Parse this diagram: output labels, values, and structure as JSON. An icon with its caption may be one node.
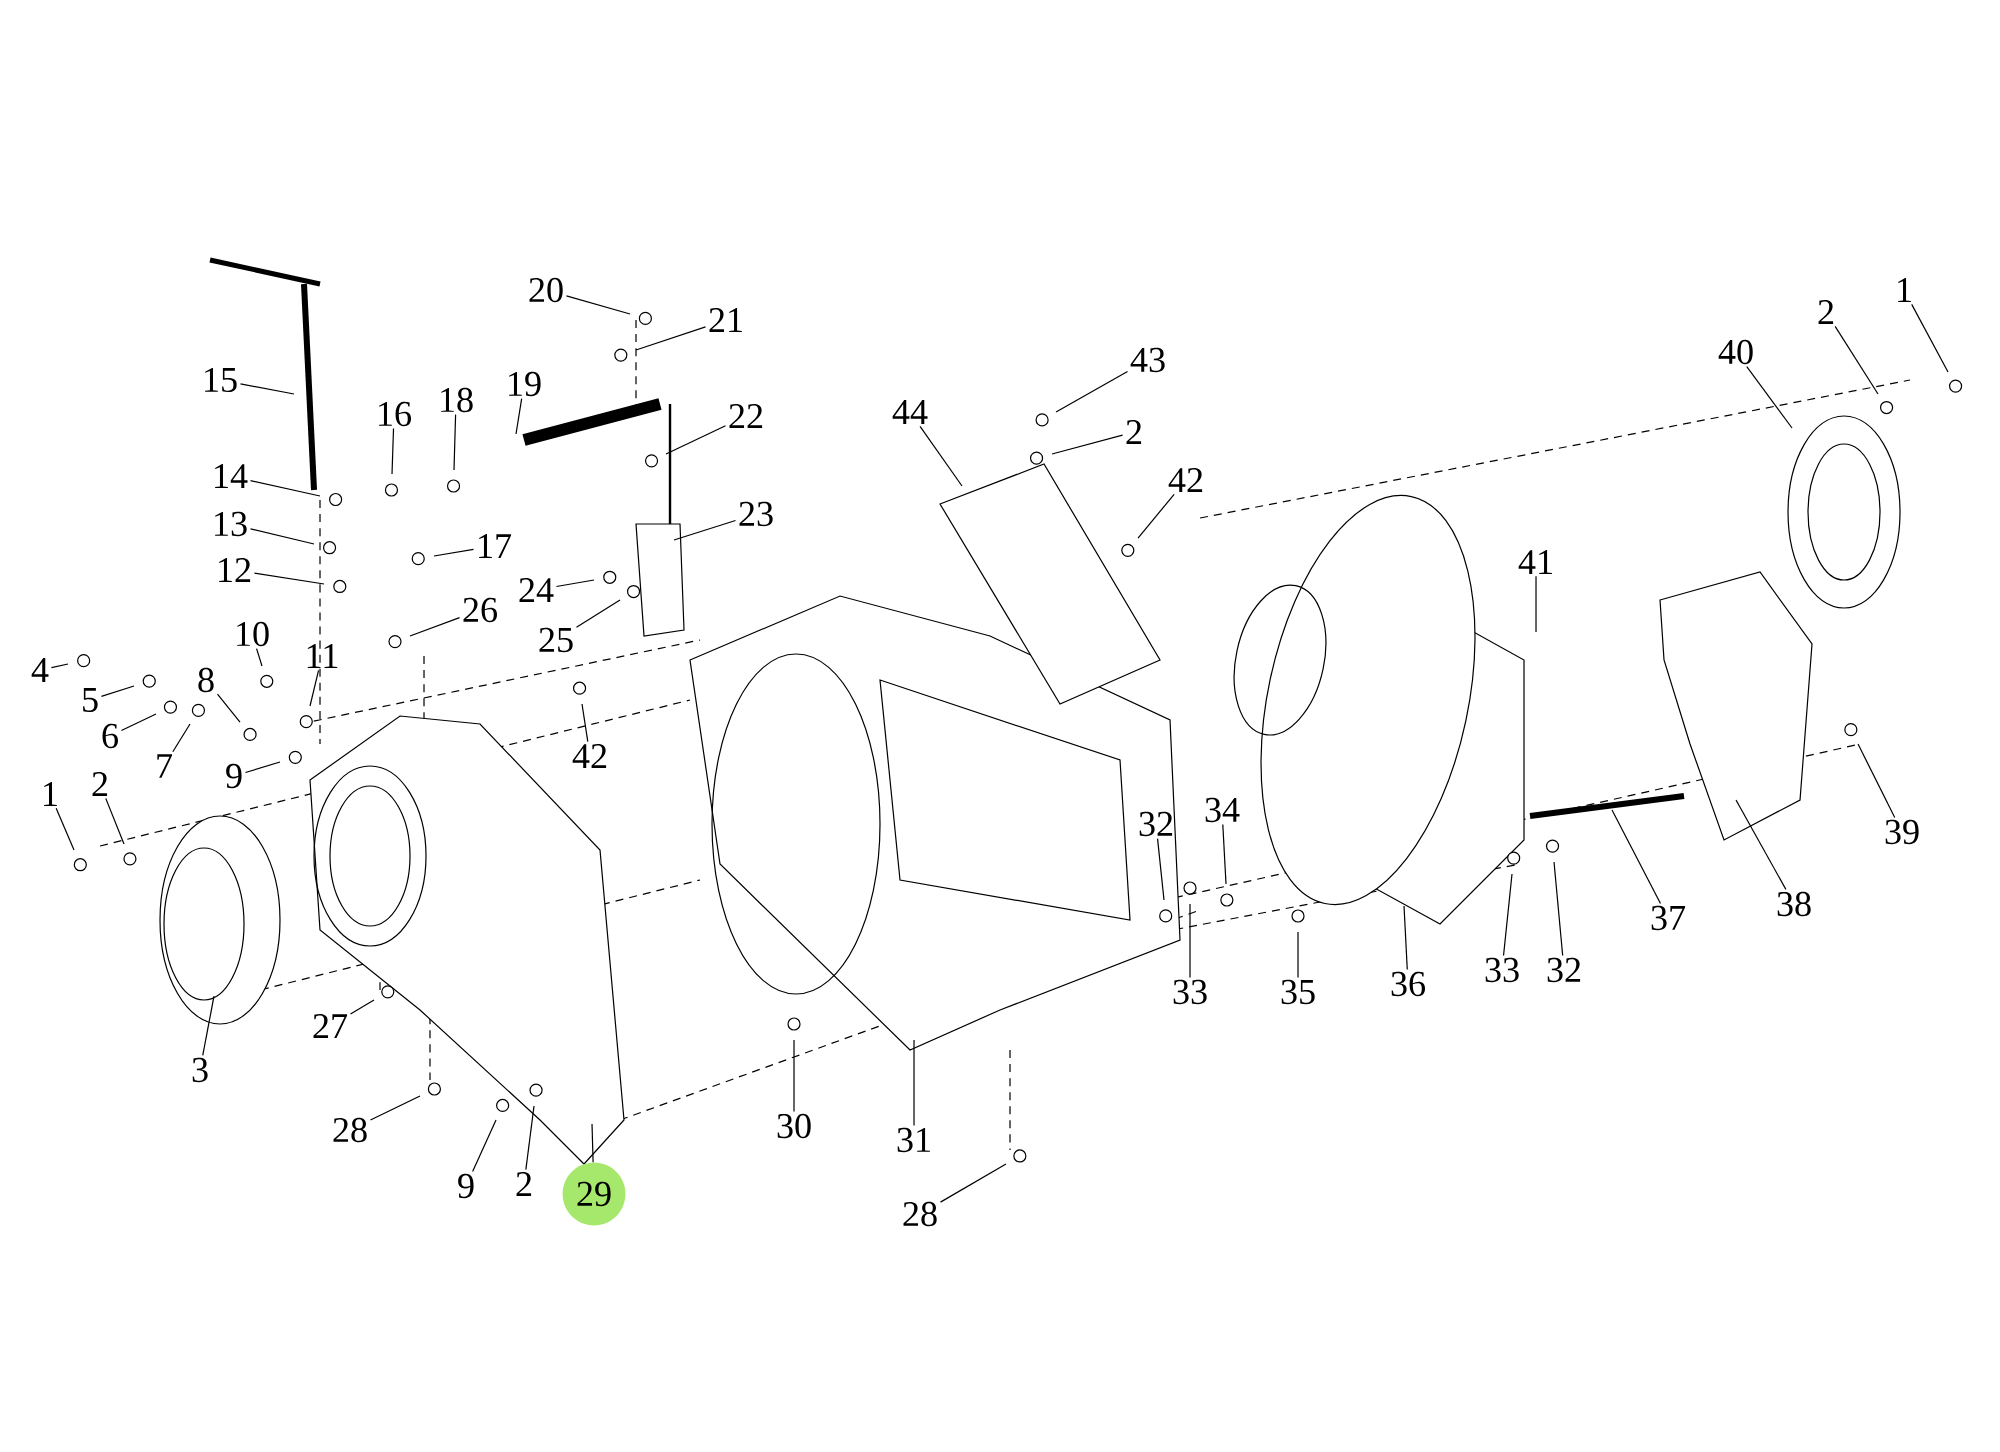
{
  "diagram": {
    "nodes": [
      {
        "text": [
          "1"
        ]
      },
      {
        "text": [
          "20"
        ]
      },
      {
        "text": [
          "2"
        ]
      },
      {
        "text": [
          "21"
        ]
      },
      {
        "text": [
          "40"
        ]
      },
      {
        "text": [
          "43"
        ]
      },
      {
        "text": [
          "15"
        ]
      },
      {
        "text": [
          "19"
        ]
      },
      {
        "text": [
          "18"
        ]
      },
      {
        "text": [
          "44"
        ]
      },
      {
        "text": [
          "16"
        ]
      },
      {
        "text": [
          "22"
        ]
      },
      {
        "text": [
          "2"
        ]
      },
      {
        "text": [
          "14"
        ]
      },
      {
        "text": [
          "42"
        ]
      },
      {
        "text": [
          "23"
        ]
      },
      {
        "text": [
          "13"
        ]
      },
      {
        "text": [
          "17"
        ]
      },
      {
        "text": [
          "41"
        ]
      },
      {
        "text": [
          "12"
        ]
      },
      {
        "text": [
          "24"
        ]
      },
      {
        "text": [
          "26"
        ]
      },
      {
        "text": [
          "10"
        ]
      },
      {
        "text": [
          "25"
        ]
      },
      {
        "text": [
          "11"
        ]
      },
      {
        "text": [
          "4"
        ]
      },
      {
        "text": [
          "8"
        ]
      },
      {
        "text": [
          "5"
        ]
      },
      {
        "text": [
          "6"
        ]
      },
      {
        "text": [
          "42"
        ]
      },
      {
        "text": [
          "7"
        ]
      },
      {
        "text": [
          "9"
        ]
      },
      {
        "text": [
          "1"
        ]
      },
      {
        "text": [
          "2"
        ]
      },
      {
        "text": [
          "32"
        ]
      },
      {
        "text": [
          "34"
        ]
      },
      {
        "text": [
          "39"
        ]
      },
      {
        "text": [
          "38"
        ]
      },
      {
        "text": [
          "37"
        ]
      },
      {
        "text": [
          "33"
        ]
      },
      {
        "text": [
          "32"
        ]
      },
      {
        "text": [
          "36"
        ]
      },
      {
        "text": [
          "33"
        ]
      },
      {
        "text": [
          "35"
        ]
      },
      {
        "text": [
          "27"
        ]
      },
      {
        "text": [
          "3"
        ]
      },
      {
        "text": [
          "30"
        ]
      },
      {
        "text": [
          "28"
        ]
      },
      {
        "text": [
          "31"
        ]
      },
      {
        "text": [
          "9"
        ]
      },
      {
        "text": [
          "2"
        ]
      },
      {
        "text": [
          "29"
        ]
      },
      {
        "text": [
          "28"
        ]
      }
    ],
    "edges": [
      {
        "from": 0,
        "to": null,
        "arrow": "none"
      },
      {
        "from": 1,
        "to": null,
        "arrow": "none"
      },
      {
        "from": 2,
        "to": null,
        "arrow": "none"
      },
      {
        "from": 3,
        "to": null,
        "arrow": "none"
      },
      {
        "from": 4,
        "to": null,
        "arrow": "none"
      },
      {
        "from": 5,
        "to": null,
        "arrow": "none"
      },
      {
        "from": 6,
        "to": null,
        "arrow": "none"
      },
      {
        "from": 7,
        "to": null,
        "arrow": "none"
      },
      {
        "from": 8,
        "to": null,
        "arrow": "none"
      },
      {
        "from": 9,
        "to": null,
        "arrow": "none"
      },
      {
        "from": 10,
        "to": null,
        "arrow": "none"
      },
      {
        "from": 11,
        "to": null,
        "arrow": "none"
      },
      {
        "from": 12,
        "to": null,
        "arrow": "none"
      },
      {
        "from": 13,
        "to": null,
        "arrow": "none"
      },
      {
        "from": 14,
        "to": null,
        "arrow": "none"
      },
      {
        "from": 15,
        "to": null,
        "arrow": "none"
      },
      {
        "from": 16,
        "to": null,
        "arrow": "none"
      },
      {
        "from": 17,
        "to": null,
        "arrow": "none"
      },
      {
        "from": 18,
        "to": null,
        "arrow": "none"
      },
      {
        "from": 19,
        "to": null,
        "arrow": "none"
      },
      {
        "from": 20,
        "to": null,
        "arrow": "none"
      },
      {
        "from": 21,
        "to": null,
        "arrow": "none"
      },
      {
        "from": 22,
        "to": null,
        "arrow": "none"
      },
      {
        "from": 23,
        "to": null,
        "arrow": "none"
      },
      {
        "from": 24,
        "to": null,
        "arrow": "none"
      },
      {
        "from": 25,
        "to": null,
        "arrow": "none"
      },
      {
        "from": 26,
        "to": null,
        "arrow": "none"
      },
      {
        "from": 27,
        "to": null,
        "arrow": "none"
      },
      {
        "from": 28,
        "to": null,
        "arrow": "none"
      },
      {
        "from": 29,
        "to": null,
        "arrow": "none"
      },
      {
        "from": 30,
        "to": null,
        "arrow": "none"
      },
      {
        "from": 31,
        "to": null,
        "arrow": "none"
      },
      {
        "from": 32,
        "to": null,
        "arrow": "none"
      },
      {
        "from": 33,
        "to": null,
        "arrow": "none"
      },
      {
        "from": 34,
        "to": null,
        "arrow": "none"
      },
      {
        "from": 35,
        "to": null,
        "arrow": "none"
      },
      {
        "from": 36,
        "to": null,
        "arrow": "none"
      },
      {
        "from": 37,
        "to": null,
        "arrow": "none"
      },
      {
        "from": 38,
        "to": null,
        "arrow": "none"
      },
      {
        "from": 39,
        "to": null,
        "arrow": "none"
      },
      {
        "from": 40,
        "to": null,
        "arrow": "none"
      },
      {
        "from": 41,
        "to": null,
        "arrow": "none"
      },
      {
        "from": 42,
        "to": null,
        "arrow": "none"
      },
      {
        "from": 43,
        "to": null,
        "arrow": "none"
      },
      {
        "from": 44,
        "to": null,
        "arrow": "none"
      },
      {
        "from": 45,
        "to": null,
        "arrow": "none"
      },
      {
        "from": 46,
        "to": null,
        "arrow": "none"
      },
      {
        "from": 47,
        "to": null,
        "arrow": "none"
      },
      {
        "from": 48,
        "to": null,
        "arrow": "none"
      },
      {
        "from": 49,
        "to": null,
        "arrow": "none"
      },
      {
        "from": 50,
        "to": null,
        "arrow": "none"
      },
      {
        "from": 51,
        "to": null,
        "arrow": "none"
      },
      {
        "from": 52,
        "to": null,
        "arrow": "none"
      }
    ]
  }
}
